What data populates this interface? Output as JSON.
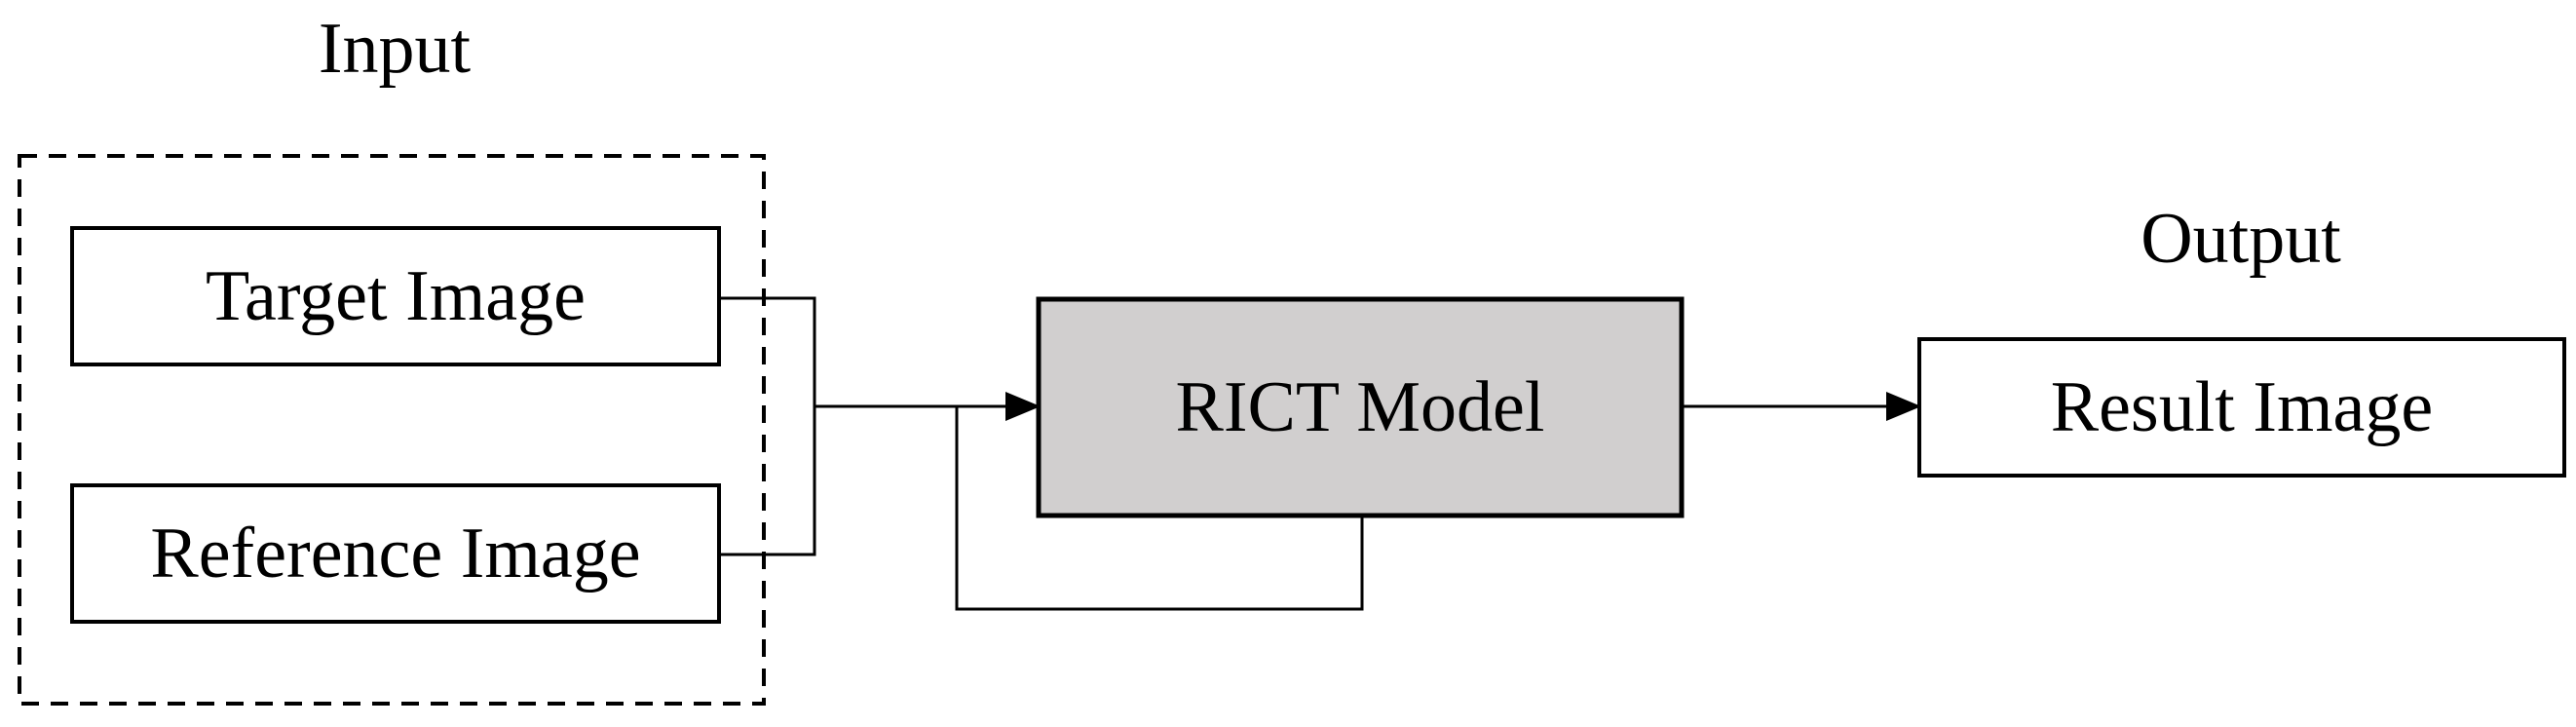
{
  "input": {
    "title": "Input",
    "items": [
      {
        "label": "Target Image"
      },
      {
        "label": "Reference Image"
      }
    ]
  },
  "model": {
    "label": "RICT Model",
    "fill_color": "#d1cfcf"
  },
  "output": {
    "title": "Output",
    "result_label": "Result Image"
  }
}
